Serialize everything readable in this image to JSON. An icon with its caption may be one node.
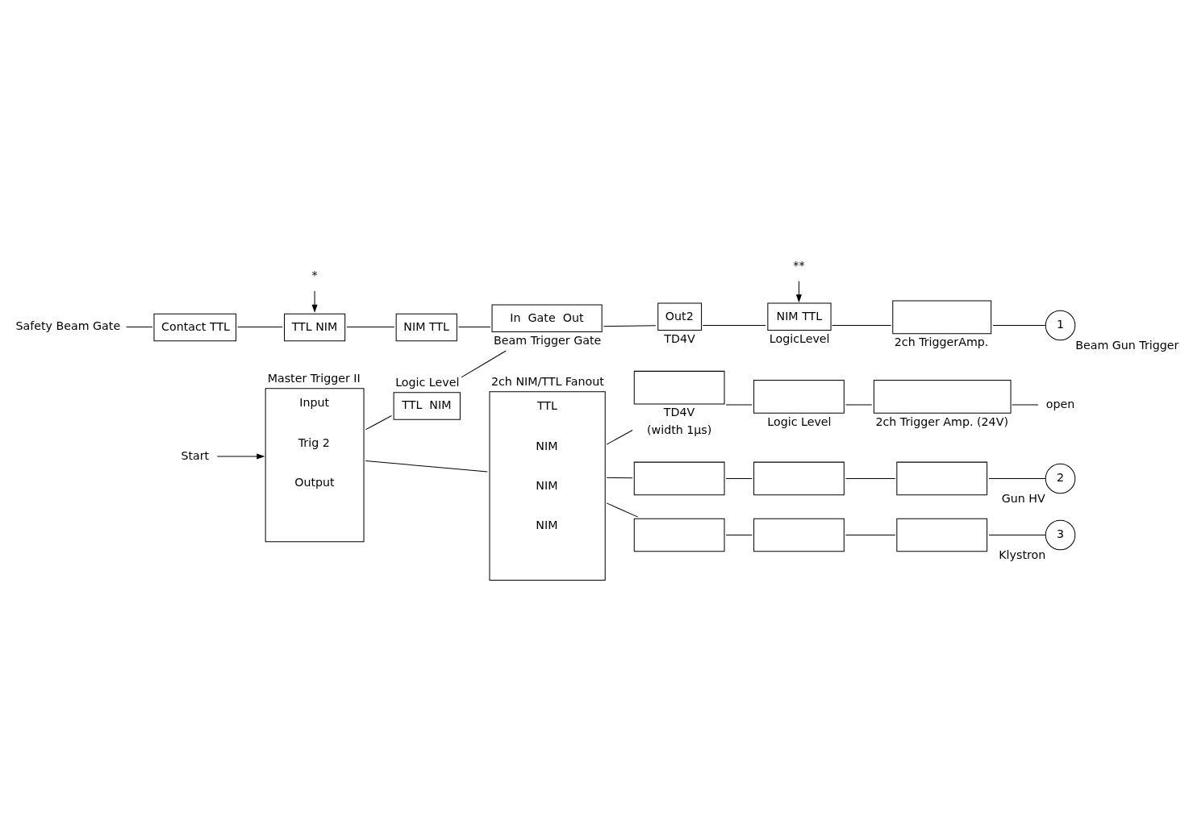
{
  "diagram": {
    "nodes": [
      {
        "text": [
          "Safety Beam Gate"
        ]
      },
      {
        "text": [
          "Contact TTL"
        ]
      },
      {
        "text": [
          "TTL NIM"
        ]
      },
      {
        "text": [
          "NIM TTL"
        ]
      },
      {
        "text": [
          "*"
        ]
      },
      {
        "text": [
          "Master Trigger II",
          "Input",
          "Trig 2",
          "Output"
        ]
      },
      {
        "text": [
          "Start"
        ]
      },
      {
        "text": [
          "Logic Level",
          "TTL",
          "NIM"
        ]
      },
      {
        "text": [
          "In",
          "Gate",
          "Out"
        ],
        "beside": [
          "Beam Trigger Gate"
        ]
      },
      {
        "text": [
          "Out2"
        ],
        "beside": [
          "TD4V"
        ]
      },
      {
        "text": [
          "**"
        ]
      },
      {
        "text": [
          "NIM TTL"
        ],
        "beside": [
          "LogicLevel"
        ]
      },
      {
        "text": [],
        "shape": "box",
        "beside": [
          "2ch TriggerAmp."
        ]
      },
      {
        "text": [
          "1"
        ],
        "beside": [
          "Beam Gun Trigger"
        ]
      },
      {
        "text": [
          "2ch NIM/TTL Fanout",
          "TTL",
          "NIM",
          "NIM",
          "NIM"
        ]
      },
      {
        "text": [],
        "shape": "box"
      },
      {
        "text": [],
        "shape": "box"
      },
      {
        "text": [],
        "shape": "box"
      },
      {
        "text": [
          "2"
        ],
        "beside": [
          "Gun HV"
        ]
      },
      {
        "text": [],
        "shape": "box"
      },
      {
        "text": [],
        "shape": "box"
      },
      {
        "text": [],
        "shape": "box"
      },
      {
        "text": [
          "3"
        ],
        "beside": [
          "Klystron"
        ]
      },
      {
        "text": [],
        "shape": "box",
        "beside": [
          "TD4V",
          "(width 1μs)"
        ]
      },
      {
        "text": [],
        "shape": "box",
        "beside": [
          "Logic Level"
        ]
      },
      {
        "text": [],
        "shape": "box",
        "beside": [
          "2ch Trigger Amp. (24V)"
        ]
      },
      {
        "text": [
          "open"
        ]
      }
    ],
    "edges": [
      {
        "from": 0,
        "to": 1,
        "arrow": "none"
      },
      {
        "from": 1,
        "to": 2,
        "arrow": "none"
      },
      {
        "from": 2,
        "to": 3,
        "arrow": "none"
      },
      {
        "from": 4,
        "to": 2,
        "arrow": "to"
      },
      {
        "from": 3,
        "to": 8,
        "arrow": "none"
      },
      {
        "from": 6,
        "to": 5,
        "arrow": "to"
      },
      {
        "from": 5,
        "to": 7,
        "arrow": "none"
      },
      {
        "from": 7,
        "to": 8,
        "arrow": "none"
      },
      {
        "from": 8,
        "to": 9,
        "arrow": "none"
      },
      {
        "from": 9,
        "to": 11,
        "arrow": "none"
      },
      {
        "from": 10,
        "to": 11,
        "arrow": "to"
      },
      {
        "from": 11,
        "to": 12,
        "arrow": "none"
      },
      {
        "from": 12,
        "to": 13,
        "arrow": "none"
      },
      {
        "from": 5,
        "to": 14,
        "arrow": "none"
      },
      {
        "from": 14,
        "to": 15,
        "arrow": "none"
      },
      {
        "from": 15,
        "to": 16,
        "arrow": "none"
      },
      {
        "from": 16,
        "to": 17,
        "arrow": "none"
      },
      {
        "from": 17,
        "to": 18,
        "arrow": "none"
      },
      {
        "from": 14,
        "to": 19,
        "arrow": "none"
      },
      {
        "from": 19,
        "to": 20,
        "arrow": "none"
      },
      {
        "from": 20,
        "to": 21,
        "arrow": "none"
      },
      {
        "from": 21,
        "to": 22,
        "arrow": "none"
      },
      {
        "from": 14,
        "to": 23,
        "arrow": "none"
      },
      {
        "from": 23,
        "to": 24,
        "arrow": "none"
      },
      {
        "from": 24,
        "to": 25,
        "arrow": "none"
      },
      {
        "from": 25,
        "to": 26,
        "arrow": "none"
      }
    ]
  }
}
